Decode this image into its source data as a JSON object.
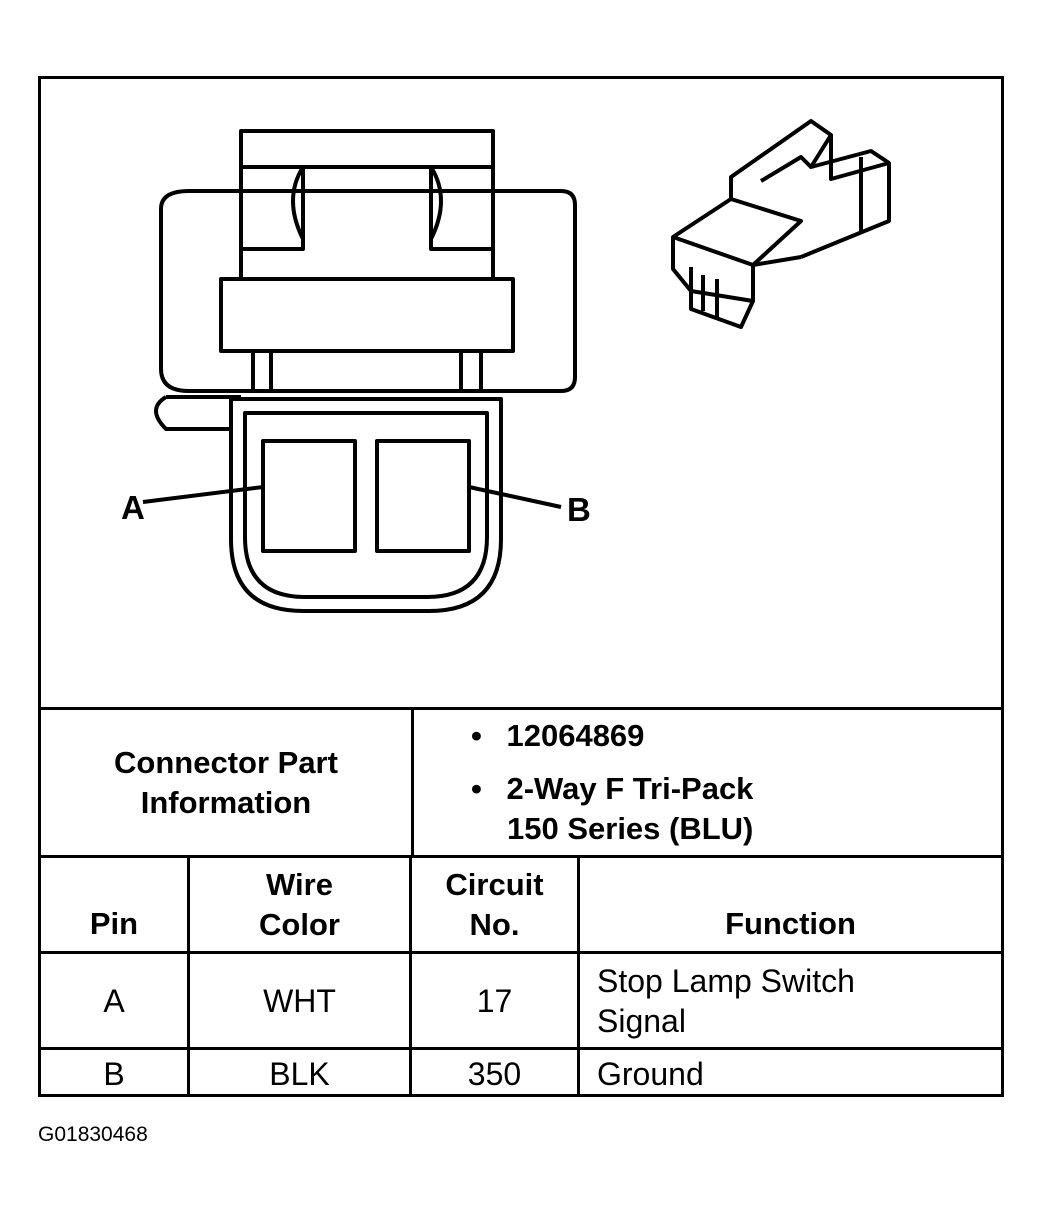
{
  "diagram": {
    "pin_labels": [
      "A",
      "B"
    ]
  },
  "part_info": {
    "label_line1": "Connector Part",
    "label_line2": "Information",
    "bullet_symbol": "•",
    "part_number": "12064869",
    "description_line1": "2-Way F Tri-Pack",
    "description_line2": "150 Series (BLU)"
  },
  "table": {
    "headers": {
      "pin": "Pin",
      "wire_line1": "Wire",
      "wire_line2": "Color",
      "circuit_line1": "Circuit",
      "circuit_line2": "No.",
      "function": "Function"
    },
    "rows": [
      {
        "pin": "A",
        "wire_color": "WHT",
        "circuit": "17",
        "function_line1": "Stop Lamp Switch",
        "function_line2": "Signal"
      },
      {
        "pin": "B",
        "wire_color": "BLK",
        "circuit": "350",
        "function_line1": "Ground",
        "function_line2": ""
      }
    ]
  },
  "figure_id": "G01830468"
}
